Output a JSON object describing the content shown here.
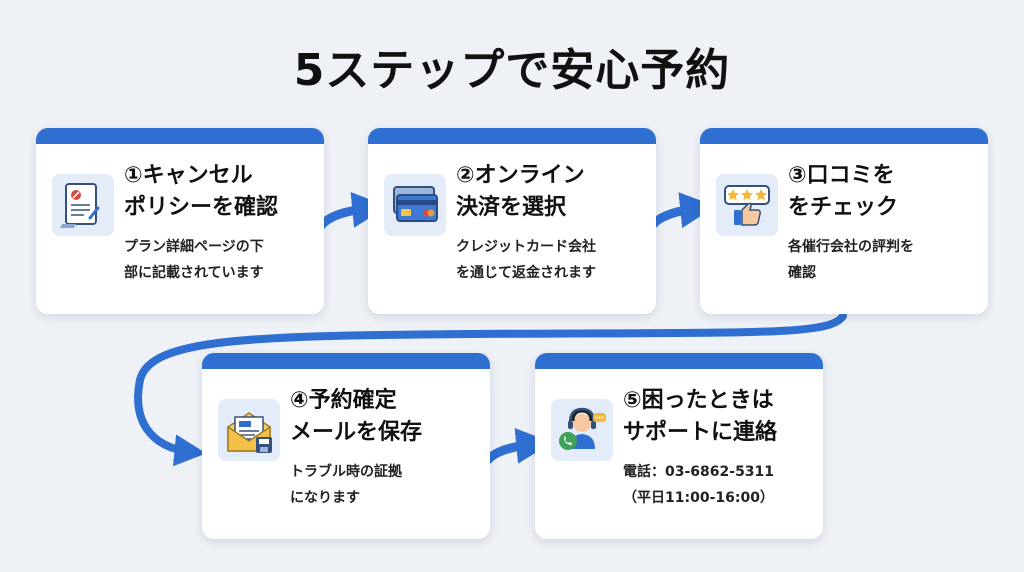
{
  "title": "5ステップで安心予約",
  "accent_color": "#2f6fd1",
  "steps": [
    {
      "heading": [
        "①キャンセル",
        "ポリシーを確認"
      ],
      "body": [
        "プラン詳細ページの下",
        "部に記載されています"
      ],
      "icon": "policy-document-icon"
    },
    {
      "heading": [
        "②オンライン",
        "決済を選択"
      ],
      "body": [
        "クレジットカード会社",
        "を通じて返金されます"
      ],
      "icon": "credit-card-icon"
    },
    {
      "heading": [
        "③口コミを",
        "をチェック"
      ],
      "body": [
        "各催行会社の評判を",
        "確認"
      ],
      "icon": "review-thumbs-up-icon"
    },
    {
      "heading": [
        "④予約確定",
        "メールを保存"
      ],
      "body": [
        "トラブル時の証拠",
        "になります"
      ],
      "icon": "email-save-icon"
    },
    {
      "heading": [
        "⑤困ったときは",
        "サポートに連絡"
      ],
      "body": [
        "電話：03-6862-5311",
        "（平日11:00-16:00）"
      ],
      "icon": "support-operator-icon"
    }
  ]
}
